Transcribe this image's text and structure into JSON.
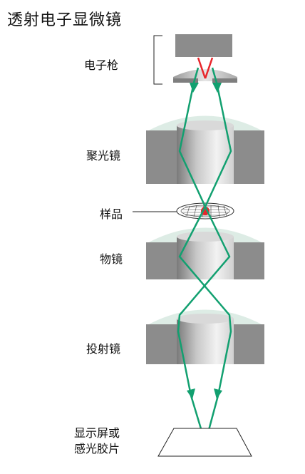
{
  "title": "透射电子显微镜",
  "labels": {
    "gun": "电子枪",
    "condenser": "聚光镜",
    "sample": "样品",
    "objective": "物镜",
    "projector": "投射镜",
    "screen_line1": "显示屏或",
    "screen_line2": "感光胶片"
  },
  "colors": {
    "beam": "#12a070",
    "source": "#e8262b",
    "lens_body": "#8c8c8c",
    "lens_halo": "#d7e9e1"
  }
}
